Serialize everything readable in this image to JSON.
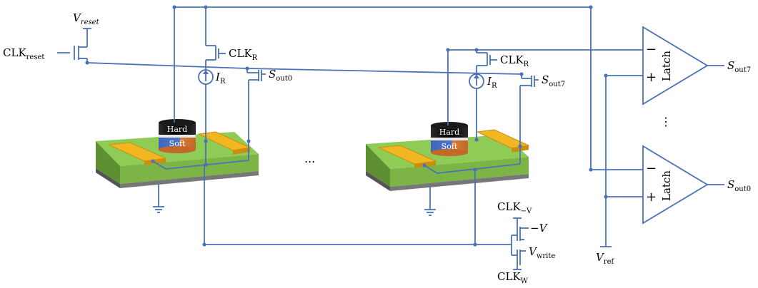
{
  "labels": {
    "v_reset_main": "V",
    "v_reset_sub": "reset",
    "clk_reset_main": "CLK",
    "clk_reset_sub": "reset",
    "clk_r_main": "CLK",
    "clk_r_sub": "R",
    "i_r_main": "I",
    "i_r_sub": "R",
    "s_out0_main": "S",
    "s_out0_sub": "out0",
    "s_out7_main": "S",
    "s_out7_sub": "out7",
    "clk_neg_v_main": "CLK",
    "clk_neg_v_sub": "−V",
    "neg_v": "−V",
    "v_write_main": "V",
    "v_write_sub": "write",
    "clk_w_main": "CLK",
    "clk_w_sub": "W",
    "v_ref_main": "V",
    "v_ref_sub": "ref",
    "hard": "Hard",
    "soft": "Soft",
    "latch": "Latch",
    "minus": "−",
    "plus": "+",
    "ellipsis_h": "...",
    "ellipsis_v": "⋮"
  },
  "colors": {
    "wire": "#4a72b8",
    "substrate_top": "#8fcc55",
    "substrate_front": "#5f9a33",
    "substrate_side": "#6ea83a",
    "electrode": "#f2b622",
    "hard_layer": "#111111",
    "soft_layer_blue": "#3f66b8",
    "soft_layer_orange": "#d77a33"
  }
}
